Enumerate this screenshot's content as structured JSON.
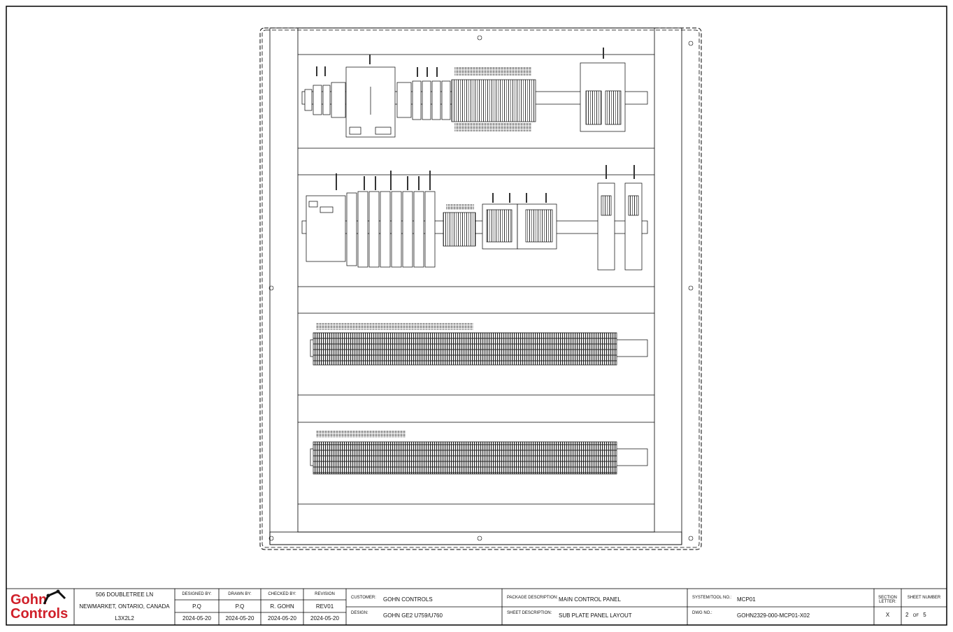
{
  "titleblock": {
    "company": {
      "line1": "Gohn",
      "line2": "Controls",
      "color": "#d0202a"
    },
    "address": [
      "506 DOUBLETREE LN",
      "NEWMARKET, ONTARIO, CANADA",
      "L3X2L2"
    ],
    "designed_by": {
      "label": "DESIGNED BY:",
      "name": "P.Q",
      "date": "2024-05-20"
    },
    "drawn_by": {
      "label": "DRAWN BY:",
      "name": "P.Q",
      "date": "2024-05-20"
    },
    "checked_by": {
      "label": "CHECKED BY:",
      "name": "R. GOHN",
      "date": "2024-05-20"
    },
    "revision": {
      "label": "REVISION",
      "value": "REV01",
      "date": "2024-05-20"
    },
    "customer": {
      "label": "CUSTOMER:",
      "value": "GOHN CONTROLS"
    },
    "design": {
      "label": "DESIGN:",
      "value": "GOHN GE2 U759/U760"
    },
    "package": {
      "label": "PACKAGE DESCRIPTION:",
      "value": "MAIN CONTROL PANEL"
    },
    "sheet_desc": {
      "label": "SHEET DESCRIPTION:",
      "value": "SUB PLATE PANEL LAYOUT"
    },
    "system": {
      "label": "SYSTEM/TOOL NO.:",
      "value": "MCP01"
    },
    "dwg": {
      "label": "DWG NO.:",
      "value": "GOHN2329-000-MCP01-X02"
    },
    "section": {
      "label_a": "SECTION",
      "label_b": "LETTER:",
      "value": "X"
    },
    "sheet_number": {
      "label": "SHEET NUMBER",
      "current": "2",
      "of": "OF",
      "total": "5"
    }
  }
}
